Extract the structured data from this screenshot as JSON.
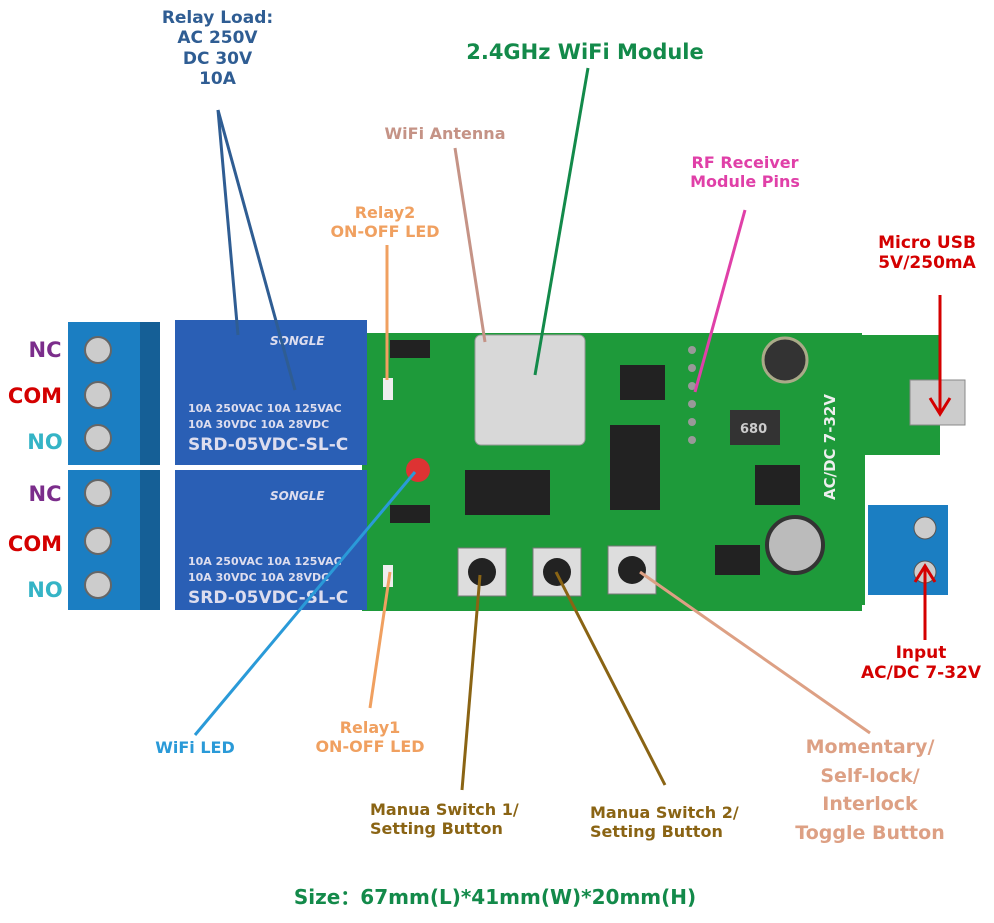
{
  "colors": {
    "relay_load": "#2f5d93",
    "wifi_module": "#138a4a",
    "antenna": "#c59386",
    "rf": "#e040a8",
    "led": "#f0a060",
    "usb": "#d40000",
    "wifi_led": "#2a9ad8",
    "manual": "#8a6414",
    "toggle": "#dda084",
    "nc": "#7b2d8b",
    "com": "#d40000",
    "no": "#35b4c6",
    "size": "#138a4a",
    "pcb": "#1e9a3a",
    "terminal": "#1b7ec2",
    "relay": "#2a5fb5"
  },
  "labels": {
    "relay_load": [
      "Relay Load:",
      "AC 250V",
      "DC 30V",
      "10A"
    ],
    "wifi_module": "2.4GHz WiFi Module",
    "wifi_antenna": "WiFi Antenna",
    "rf_receiver": [
      "RF Receiver",
      "Module Pins"
    ],
    "relay2_led": [
      "Relay2",
      "ON-OFF LED"
    ],
    "micro_usb": [
      "Micro USB",
      "5V/250mA"
    ],
    "input": [
      "Input",
      "AC/DC 7-32V"
    ],
    "wifi_led": "WiFi LED",
    "relay1_led": [
      "Relay1",
      "ON-OFF LED"
    ],
    "manual_switch_1": [
      "Manua Switch 1/",
      "Setting Button"
    ],
    "manual_switch_2": [
      "Manua Switch 2/",
      "Setting Button"
    ],
    "toggle_button": [
      "Momentary/",
      "Self-lock/",
      "Interlock",
      "Toggle Button"
    ],
    "size": "Size：67mm(L)*41mm(W)*20mm(H)"
  },
  "pins": [
    "NC",
    "COM",
    "NO",
    "NC",
    "COM",
    "NO"
  ],
  "board_print": {
    "relay_brand": "SONGLE",
    "relay_rating_1": "10A 250VAC  10A 125VAC",
    "relay_rating_2": "10A 30VDC  10A 28VDC",
    "relay_model": "SRD-05VDC-SL-C",
    "board_input": "AC/DC 7-32V",
    "inductor": "680"
  }
}
